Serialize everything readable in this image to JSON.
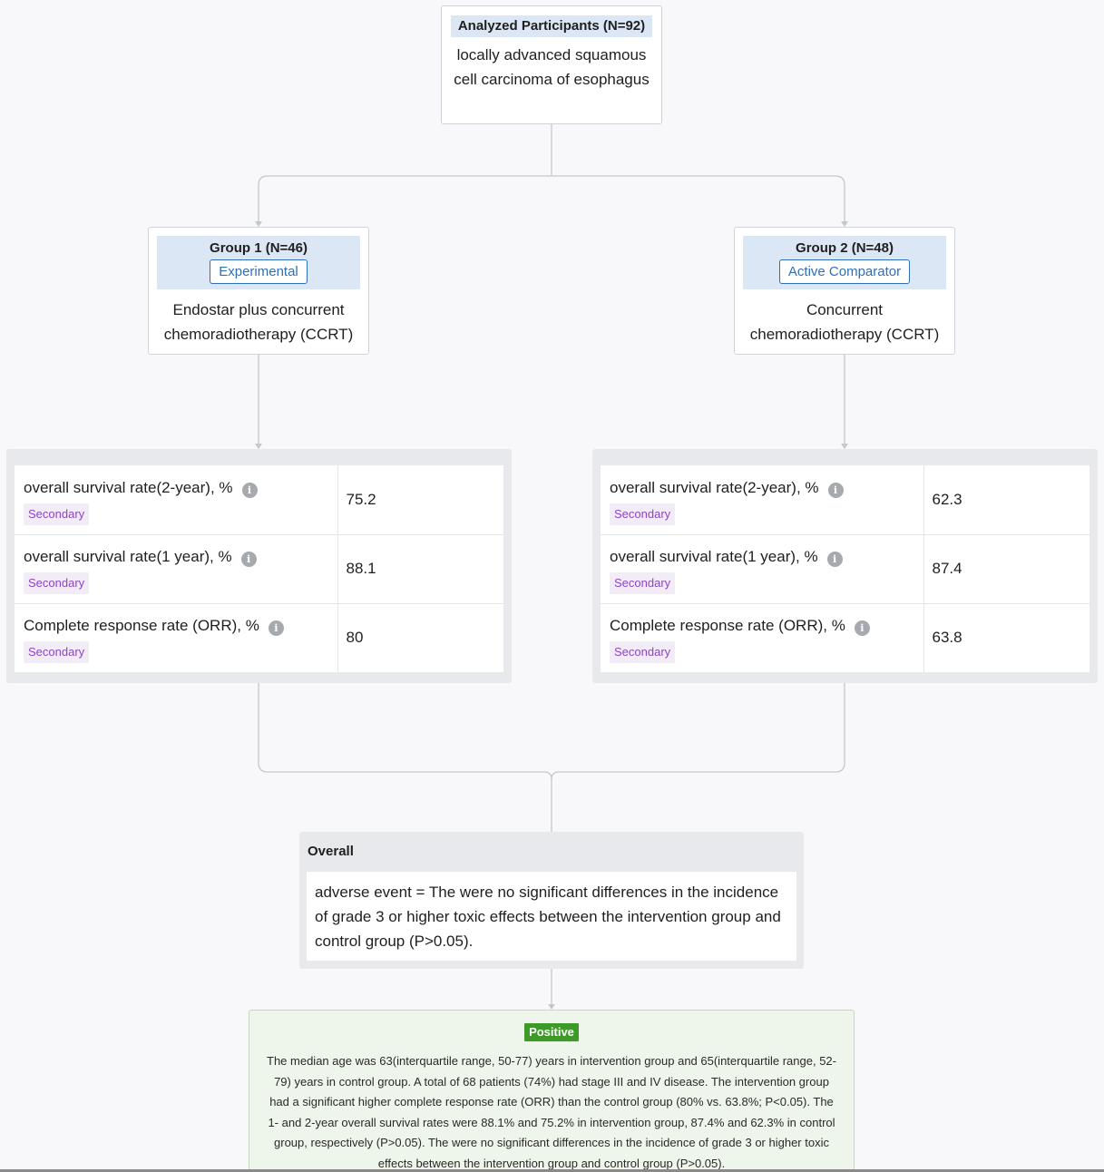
{
  "top": {
    "title": "Analyzed Participants (N=92)",
    "description": "locally advanced squamous cell carcinoma of esophagus"
  },
  "groups": [
    {
      "title": "Group 1 (N=46)",
      "tag": "Experimental",
      "description": "Endostar plus concurrent chemoradiotherapy (CCRT)",
      "outcomes": [
        {
          "name": "overall survival rate(2-year), %",
          "type": "Secondary",
          "value": "75.2"
        },
        {
          "name": "overall survival rate(1 year), %",
          "type": "Secondary",
          "value": "88.1"
        },
        {
          "name": "Complete response rate (ORR), %",
          "type": "Secondary",
          "value": "80"
        }
      ]
    },
    {
      "title": "Group 2 (N=48)",
      "tag": "Active Comparator",
      "description": "Concurrent chemoradiotherapy (CCRT)",
      "outcomes": [
        {
          "name": "overall survival rate(2-year), %",
          "type": "Secondary",
          "value": "62.3"
        },
        {
          "name": "overall survival rate(1 year), %",
          "type": "Secondary",
          "value": "87.4"
        },
        {
          "name": "Complete response rate (ORR), %",
          "type": "Secondary",
          "value": "63.8"
        }
      ]
    }
  ],
  "overall": {
    "title": "Overall",
    "text": "adverse event = The were no significant differences in the incidence of grade 3 or higher toxic effects between the intervention group and control group (P>0.05)."
  },
  "conclusion": {
    "badge": "Positive",
    "text": "The median age was 63(interquartile range, 50-77) years in intervention group and 65(interquartile range, 52-79) years in control group. A total of 68 patients (74%) had stage III and IV disease. The intervention group had a significant higher complete response rate (ORR) than the control group (80% vs. 63.8%; P<0.05). The 1- and 2-year overall survival rates were 88.1% and 75.2% in intervention group, 87.4% and 62.3% in control group, respectively (P>0.05). The were no significant differences in the incidence of grade 3 or higher toxic effects between the intervention group and control group (P>0.05)."
  },
  "colors": {
    "header_bg": "#dbe7f5",
    "tag_blue": "#2f6fb8",
    "secondary_purple": "#8e44c7",
    "positive_green": "#3e9a27",
    "connector": "#c4c7cc"
  },
  "icons": {
    "info": "info-icon"
  }
}
